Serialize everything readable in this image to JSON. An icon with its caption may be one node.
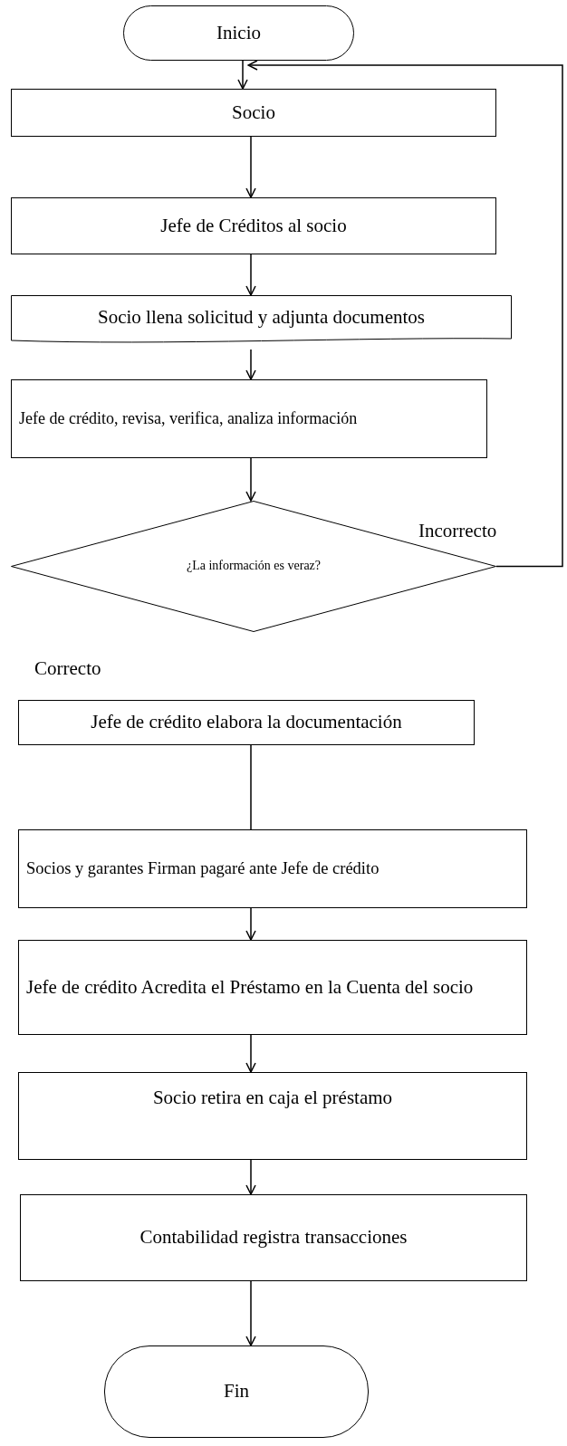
{
  "diagram": {
    "nodes": [
      {
        "text": [
          "Inicio"
        ]
      },
      {
        "text": [
          "Socio"
        ]
      },
      {
        "text": [
          "Jefe de Créditos al socio"
        ]
      },
      {
        "text": [
          "Socio llena solicitud y adjunta documentos"
        ]
      },
      {
        "text": [
          "Jefe de crédito, revisa, verifica, analiza información"
        ]
      },
      {
        "text": [
          "¿La información es veraz?"
        ]
      },
      {
        "text": [
          "Jefe de crédito elabora la documentación"
        ]
      },
      {
        "text": [
          "Socios y garantes Firman pagaré ante Jefe de crédito"
        ]
      },
      {
        "text": [
          "Jefe de crédito Acredita el Préstamo en la Cuenta del socio"
        ]
      },
      {
        "text": [
          "Socio retira en caja el préstamo"
        ]
      },
      {
        "text": [
          "Contabilidad registra transacciones"
        ]
      },
      {
        "text": [
          "Fin"
        ]
      }
    ],
    "edges": [
      {
        "from": 0,
        "to": 1,
        "arrow": "to"
      },
      {
        "from": 1,
        "to": 2,
        "arrow": "to"
      },
      {
        "from": 2,
        "to": 3,
        "arrow": "to"
      },
      {
        "from": 3,
        "to": 4,
        "arrow": "to"
      },
      {
        "from": 4,
        "to": 5,
        "arrow": "to"
      },
      {
        "from": 5,
        "to": 1,
        "arrow": "to",
        "label": "Incorrecto"
      },
      {
        "from": 6,
        "to": 7,
        "arrow": "none"
      },
      {
        "from": 7,
        "to": 8,
        "arrow": "to"
      },
      {
        "from": 8,
        "to": 9,
        "arrow": "to"
      },
      {
        "from": 9,
        "to": 10,
        "arrow": "to"
      },
      {
        "from": 10,
        "to": 11,
        "arrow": "to"
      }
    ],
    "labels": [
      "Correcto"
    ]
  }
}
